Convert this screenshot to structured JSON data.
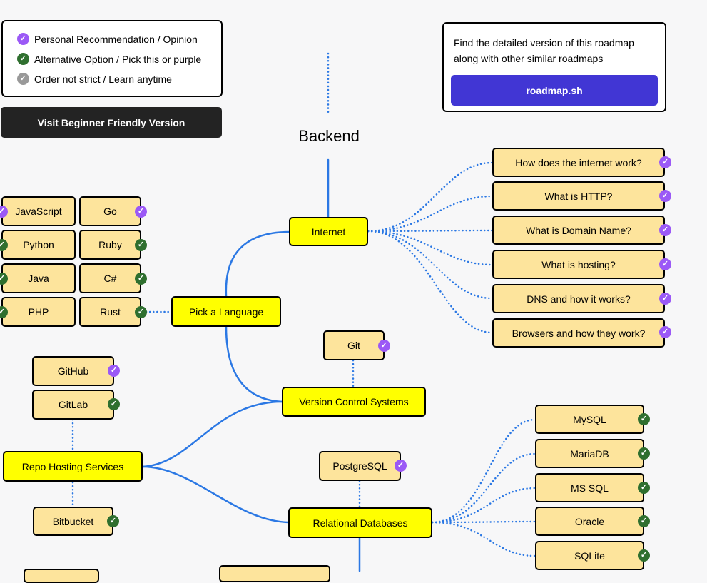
{
  "legend": {
    "items": [
      {
        "label": "Personal Recommendation / Opinion",
        "color": "#9b59f6"
      },
      {
        "label": "Alternative Option / Pick this or purple",
        "color": "#2f6f2f"
      },
      {
        "label": "Order not strict / Learn anytime",
        "color": "#999999"
      }
    ]
  },
  "beginner_button": "Visit Beginner Friendly Version",
  "promo": {
    "text": "Find the detailed version of this roadmap along with other similar roadmaps",
    "button": "roadmap.sh"
  },
  "title": "Backend",
  "main_nodes": {
    "internet": "Internet",
    "pick_language": "Pick a Language",
    "vcs": "Version Control Systems",
    "repo_hosting": "Repo Hosting Services",
    "relational_db": "Relational Databases"
  },
  "internet_topics": [
    "How does the internet work?",
    "What is HTTP?",
    "What is Domain Name?",
    "What is hosting?",
    "DNS and how it works?",
    "Browsers and how they work?"
  ],
  "languages": [
    "JavaScript",
    "Go",
    "Python",
    "Ruby",
    "Java",
    "C#",
    "PHP",
    "Rust"
  ],
  "vcs_tools": [
    "Git"
  ],
  "repo_hosts": [
    "GitHub",
    "GitLab",
    "Bitbucket"
  ],
  "databases": [
    "PostgreSQL",
    "MySQL",
    "MariaDB",
    "MS SQL",
    "Oracle",
    "SQLite"
  ],
  "colors": {
    "main_node": "#ffff00",
    "sub_node": "#fde49c",
    "recommended": "#9b59f6",
    "alternative": "#2f6f2f",
    "connector": "#2b78e4",
    "promo_button": "#4136d4"
  }
}
